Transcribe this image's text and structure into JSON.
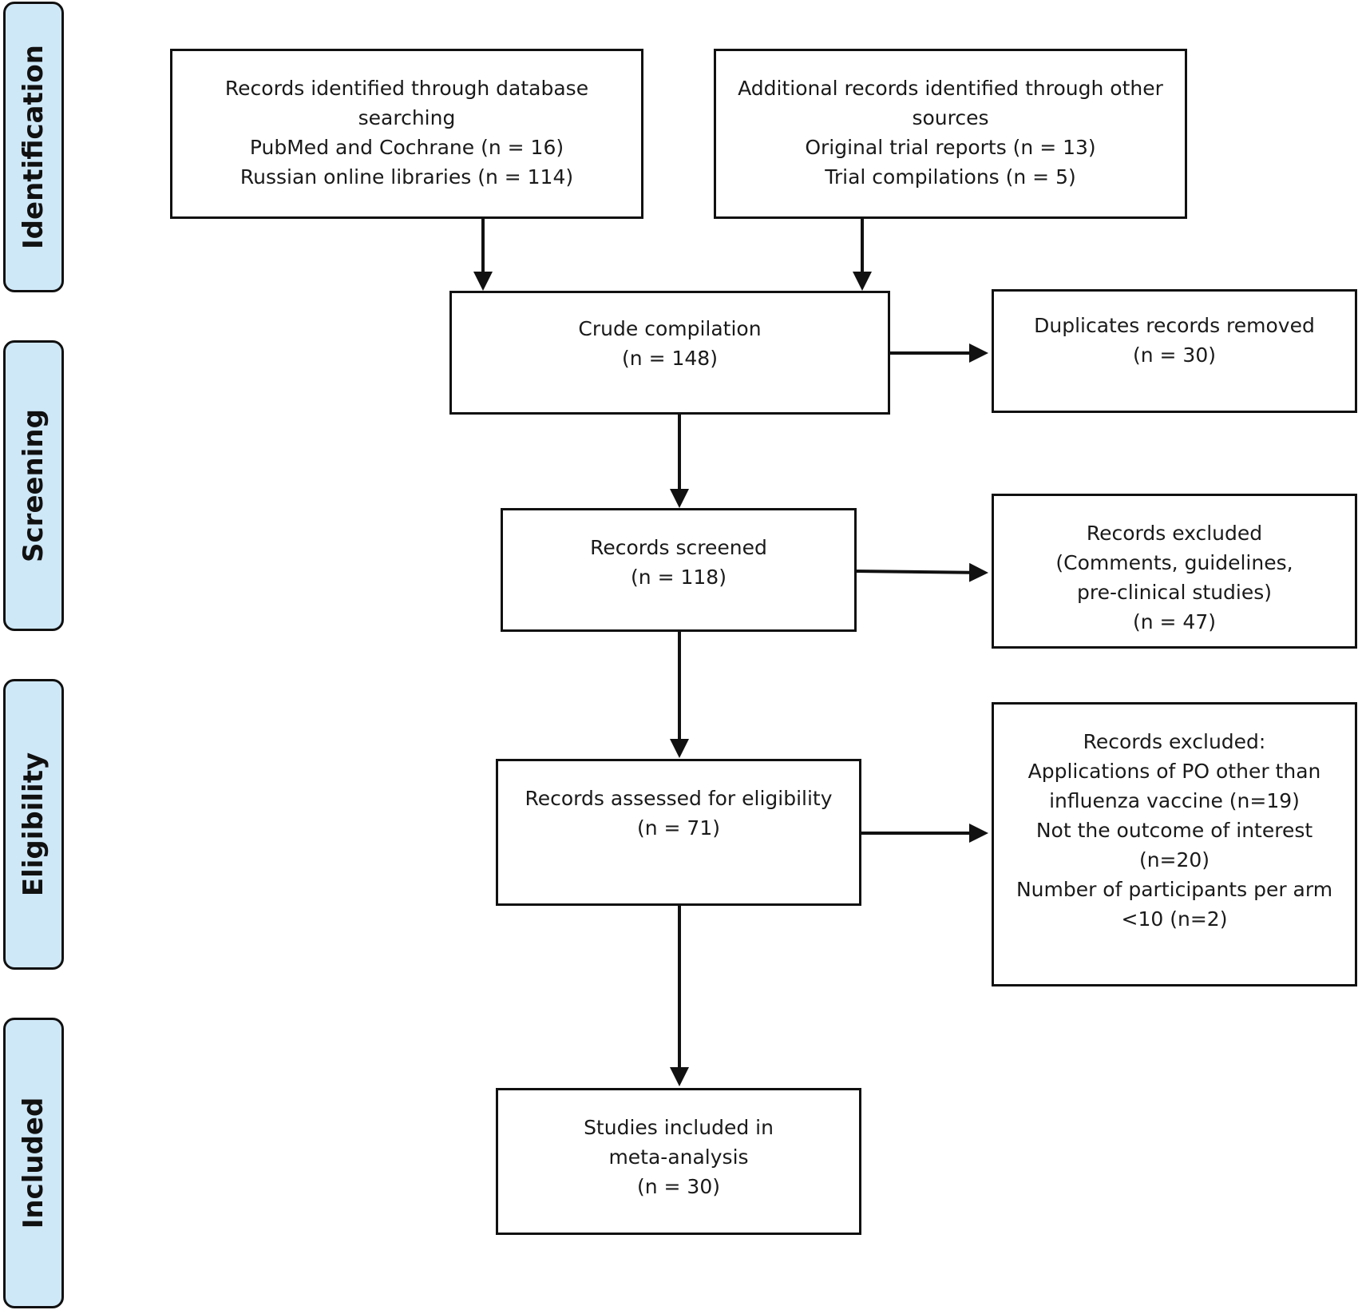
{
  "stages": [
    {
      "id": "identification",
      "label": "Identification"
    },
    {
      "id": "screening",
      "label": "Screening"
    },
    {
      "id": "eligibility",
      "label": "Eligibility"
    },
    {
      "id": "included",
      "label": "Included"
    }
  ],
  "boxes": {
    "database_search": {
      "lines": [
        "Records identified through database",
        "searching",
        "PubMed and Cochrane (n = 16)",
        "Russian online libraries (n = 114)"
      ]
    },
    "other_sources": {
      "lines": [
        "Additional records identified through other",
        "sources",
        "Original trial reports (n = 13)",
        "Trial compilations (n = 5)"
      ]
    },
    "crude_compilation": {
      "lines": [
        "Crude compilation",
        "(n = 148)"
      ]
    },
    "duplicates_removed": {
      "lines": [
        "Duplicates records removed",
        "(n = 30)"
      ]
    },
    "records_screened": {
      "lines": [
        "Records screened",
        "(n = 118)"
      ]
    },
    "records_excluded_screening": {
      "lines": [
        "Records excluded",
        "(Comments, guidelines,",
        "pre-clinical studies)",
        "(n = 47)"
      ]
    },
    "assessed_eligibility": {
      "lines": [
        "Records assessed for eligibility",
        "(n = 71)"
      ]
    },
    "records_excluded_eligibility": {
      "lines": [
        "Records excluded:",
        "Applications of PO other than",
        "influenza vaccine (n=19)",
        "Not the outcome of interest",
        "(n=20)",
        "Number of participants per arm",
        "<10 (n=2)"
      ]
    },
    "studies_included": {
      "lines": [
        "Studies included in",
        "meta-analysis",
        "(n = 30)"
      ]
    }
  }
}
